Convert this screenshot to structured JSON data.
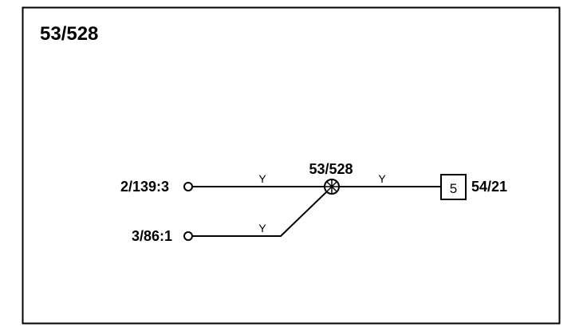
{
  "diagram": {
    "title": "53/528",
    "splice": {
      "label": "53/528"
    },
    "connectors": [
      {
        "label": "2/139:3"
      },
      {
        "label": "3/86:1"
      }
    ],
    "component": {
      "number": "5",
      "label": "54/21"
    },
    "wires": [
      {
        "color_code": "Y"
      },
      {
        "color_code": "Y"
      },
      {
        "color_code": "Y"
      }
    ]
  }
}
